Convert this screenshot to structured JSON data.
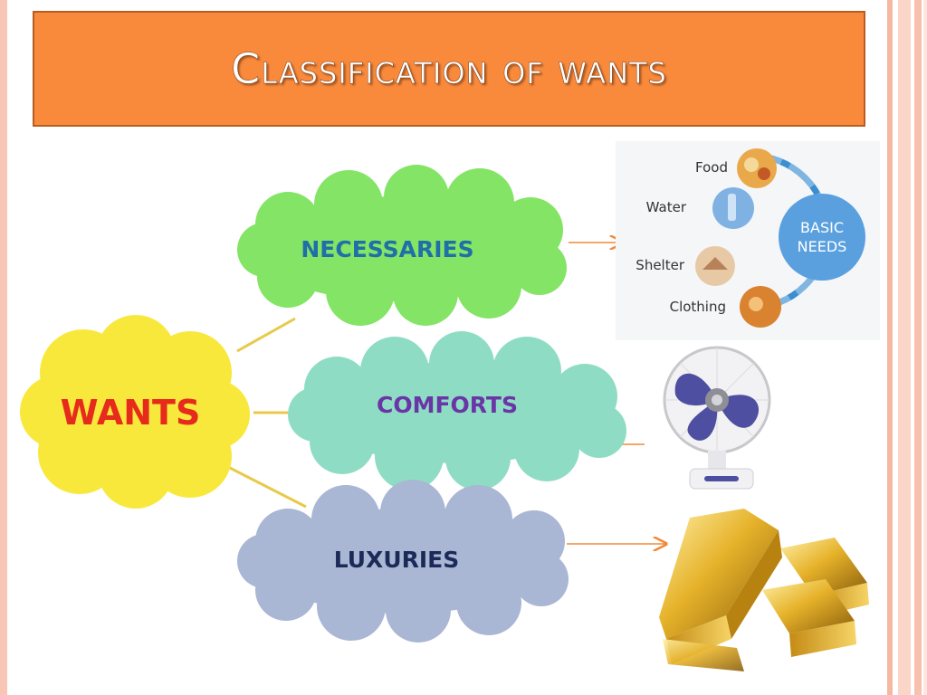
{
  "slide": {
    "title": "Classification of wants"
  },
  "diagram": {
    "root": {
      "label": "WANTS",
      "color": "#e62a1c",
      "cloud_color": "#f9e83c"
    },
    "categories": [
      {
        "label": "NECESSARIES",
        "text_color": "#1f6fa8",
        "cloud_color": "#84e465"
      },
      {
        "label": "COMFORTS",
        "text_color": "#6a35a6",
        "cloud_color": "#8fdcc4"
      },
      {
        "label": "LUXURIES",
        "text_color": "#1b2a57",
        "cloud_color": "#a9b6d4"
      }
    ]
  },
  "basic_needs": {
    "items": [
      "Food",
      "Water",
      "Shelter",
      "Clothing"
    ],
    "badge": "BASIC NEEDS",
    "badge_color": "#5aa0df"
  },
  "colors": {
    "title_bg": "#f98a3c",
    "connector": "#e8c94a",
    "arrow": "#f08a3c"
  }
}
